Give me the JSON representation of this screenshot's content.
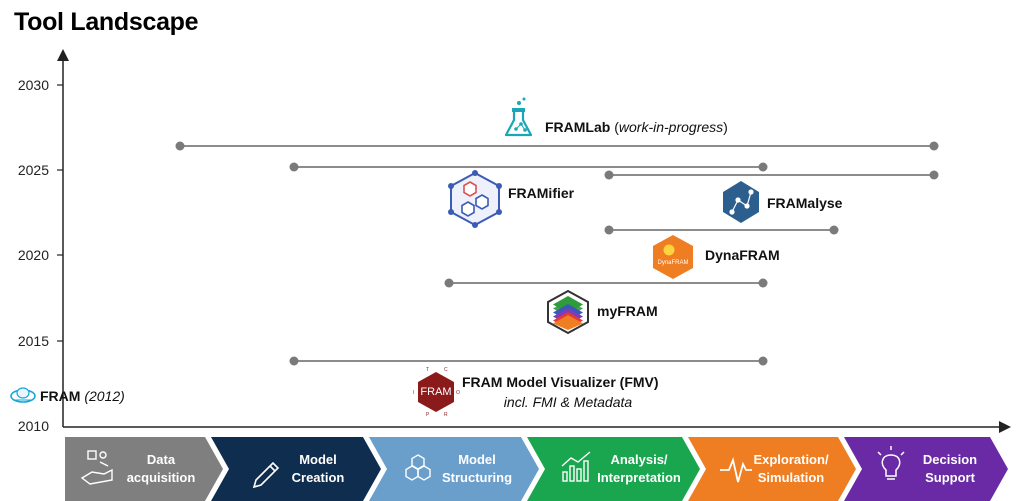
{
  "title": "Tool Landscape",
  "y_axis": {
    "ticks": [
      "2030",
      "2025",
      "2020",
      "2015",
      "2010"
    ]
  },
  "tools": {
    "framlab": {
      "name": "FRAMLab",
      "note_open": " (",
      "note": "work-in-progress",
      "note_close": ")",
      "color": "#1aa6b7"
    },
    "framifier": {
      "name": "FRAMifier",
      "color": "#3b5bb5"
    },
    "framalyse": {
      "name": "FRAMalyse",
      "color": "#2d5f8e"
    },
    "dynafram": {
      "name": "DynaFRAM",
      "icon_text": "DynaFRAM",
      "color": "#ef7d22"
    },
    "myfram": {
      "name": "myFRAM"
    },
    "fmv": {
      "name": "FRAM Model Visualizer (FMV)",
      "subtitle": "incl. FMI & Metadata",
      "icon_text": "FRAM",
      "hex_letters": [
        "T",
        "C",
        "I",
        "O",
        "P",
        "R"
      ],
      "color": "#8b1a1a"
    },
    "fram": {
      "name": "FRAM",
      "note": " (2012)"
    }
  },
  "phases": [
    {
      "line1": "Data",
      "line2": "acquisition",
      "color": "#7f7f7f",
      "icon": "hand-data-icon"
    },
    {
      "line1": "Model",
      "line2": "Creation",
      "color": "#0f2d4f",
      "icon": "pencil-icon"
    },
    {
      "line1": "Model",
      "line2": "Structuring",
      "color": "#6a9fcc",
      "icon": "hexagon-network-icon"
    },
    {
      "line1": "Analysis/",
      "line2": "Interpretation",
      "color": "#1aa64f",
      "icon": "bar-chart-icon"
    },
    {
      "line1": "Exploration/",
      "line2": "Simulation",
      "color": "#ef7d22",
      "icon": "pulse-icon"
    },
    {
      "line1": "Decision",
      "line2": "Support",
      "color": "#6a2aa6",
      "icon": "lightbulb-icon"
    }
  ]
}
